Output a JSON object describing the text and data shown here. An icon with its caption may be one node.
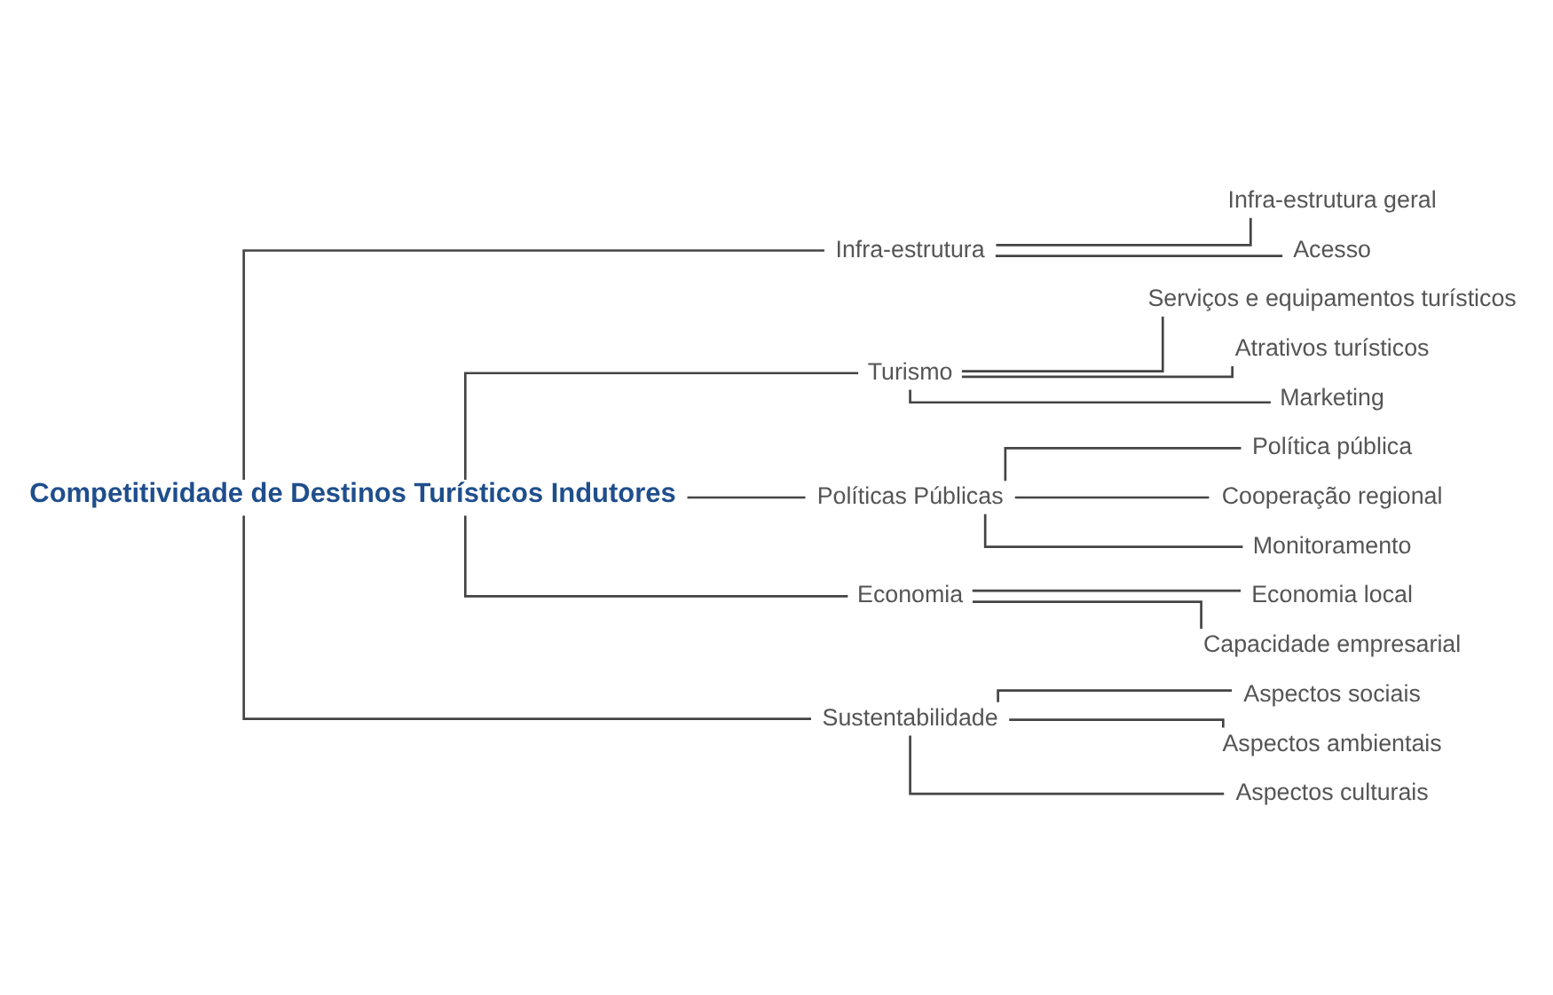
{
  "diagram": {
    "nodes": [
      {
        "text": [
          "Competitividade de Destinos Turísticos Indutores"
        ]
      },
      {
        "text": [
          "Infra-estrutura"
        ]
      },
      {
        "text": [
          "Infra-estrutura geral"
        ]
      },
      {
        "text": [
          "Acesso"
        ]
      },
      {
        "text": [
          "Turismo"
        ]
      },
      {
        "text": [
          "Serviços e equipamentos turísticos"
        ]
      },
      {
        "text": [
          "Atrativos turísticos"
        ]
      },
      {
        "text": [
          "Marketing"
        ]
      },
      {
        "text": [
          "Políticas Públicas"
        ]
      },
      {
        "text": [
          "Política pública"
        ]
      },
      {
        "text": [
          "Cooperação regional"
        ]
      },
      {
        "text": [
          "Monitoramento"
        ]
      },
      {
        "text": [
          "Economia"
        ]
      },
      {
        "text": [
          "Economia local"
        ]
      },
      {
        "text": [
          "Capacidade empresarial"
        ]
      },
      {
        "text": [
          "Sustentabilidade"
        ]
      },
      {
        "text": [
          "Aspectos sociais"
        ]
      },
      {
        "text": [
          "Aspectos ambientais"
        ]
      },
      {
        "text": [
          "Aspectos culturais"
        ]
      }
    ],
    "edges": [
      {
        "from": 0,
        "to": 1,
        "arrow": "none"
      },
      {
        "from": 0,
        "to": 4,
        "arrow": "none"
      },
      {
        "from": 0,
        "to": 8,
        "arrow": "none"
      },
      {
        "from": 0,
        "to": 12,
        "arrow": "none"
      },
      {
        "from": 0,
        "to": 15,
        "arrow": "none"
      },
      {
        "from": 1,
        "to": 2,
        "arrow": "none"
      },
      {
        "from": 1,
        "to": 3,
        "arrow": "none"
      },
      {
        "from": 4,
        "to": 5,
        "arrow": "none"
      },
      {
        "from": 4,
        "to": 6,
        "arrow": "none"
      },
      {
        "from": 4,
        "to": 7,
        "arrow": "none"
      },
      {
        "from": 8,
        "to": 9,
        "arrow": "none"
      },
      {
        "from": 8,
        "to": 10,
        "arrow": "none"
      },
      {
        "from": 8,
        "to": 11,
        "arrow": "none"
      },
      {
        "from": 12,
        "to": 13,
        "arrow": "none"
      },
      {
        "from": 12,
        "to": 14,
        "arrow": "none"
      },
      {
        "from": 15,
        "to": 16,
        "arrow": "none"
      },
      {
        "from": 15,
        "to": 17,
        "arrow": "none"
      },
      {
        "from": 15,
        "to": 18,
        "arrow": "none"
      }
    ]
  }
}
